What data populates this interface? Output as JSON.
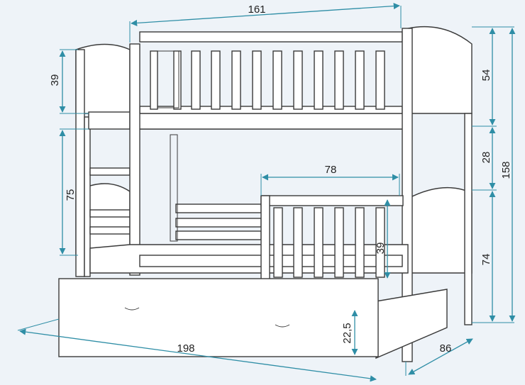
{
  "dimensions": {
    "top_length": "161",
    "upper_panel_height": "39",
    "lower_gap_height": "75",
    "right_top_panel": "54",
    "right_gap": "28",
    "total_height": "158",
    "right_lower_panel": "74",
    "guard_length": "78",
    "guard_height": "39",
    "drawer_height": "22,5",
    "total_length": "198",
    "depth": "86"
  },
  "colors": {
    "background": "#eef3f8",
    "dimension_line": "#2f8ea6",
    "outline": "#3a3a3a"
  }
}
